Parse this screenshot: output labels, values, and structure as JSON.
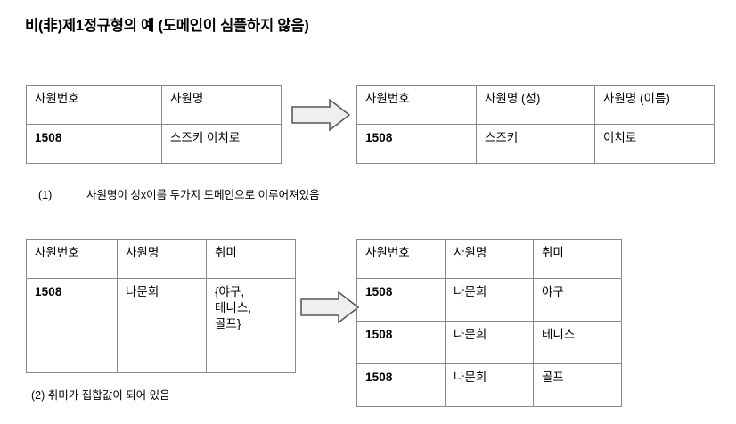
{
  "document": {
    "title": "비(非)제1정규형의 예 (도메인이 심플하지 않음)"
  },
  "examples": [
    {
      "id": "example-1",
      "caption_number": "(1)",
      "caption_text": "사원명이 성x이름 두가지 도메인으로 이루어져있음",
      "arrow": "right-arrow",
      "before": {
        "name": "unnormalized-employee-name-table",
        "headers": [
          "사원번호",
          "사원명"
        ],
        "rows": [
          [
            "1508",
            "스즈키 이치로"
          ]
        ]
      },
      "after": {
        "name": "normalized-employee-name-table",
        "headers": [
          "사원번호",
          "사원명 (성)",
          "사원명 (이름)"
        ],
        "rows": [
          [
            "1508",
            "스즈키",
            "이치로"
          ]
        ]
      }
    },
    {
      "id": "example-2",
      "caption_number": "(2)",
      "caption_text": "취미가 집합값이 되어 있음",
      "arrow": "right-arrow",
      "before": {
        "name": "unnormalized-hobby-table",
        "headers": [
          "사원번호",
          "사원명",
          "취미"
        ],
        "rows": [
          [
            "1508",
            "나문희",
            "{야구,\n테니스,\n골프}"
          ]
        ]
      },
      "after": {
        "name": "normalized-hobby-table",
        "headers": [
          "사원번호",
          "사원명",
          "취미"
        ],
        "rows": [
          [
            "1508",
            "나문희",
            "야구"
          ],
          [
            "1508",
            "나문희",
            "테니스"
          ],
          [
            "1508",
            "나문희",
            "골프"
          ]
        ]
      }
    }
  ],
  "colors": {
    "background": "#ffffff",
    "text": "#000000",
    "table_border": "#8a8a8a",
    "arrow_fill": "#efefef",
    "arrow_stroke": "#595959"
  }
}
